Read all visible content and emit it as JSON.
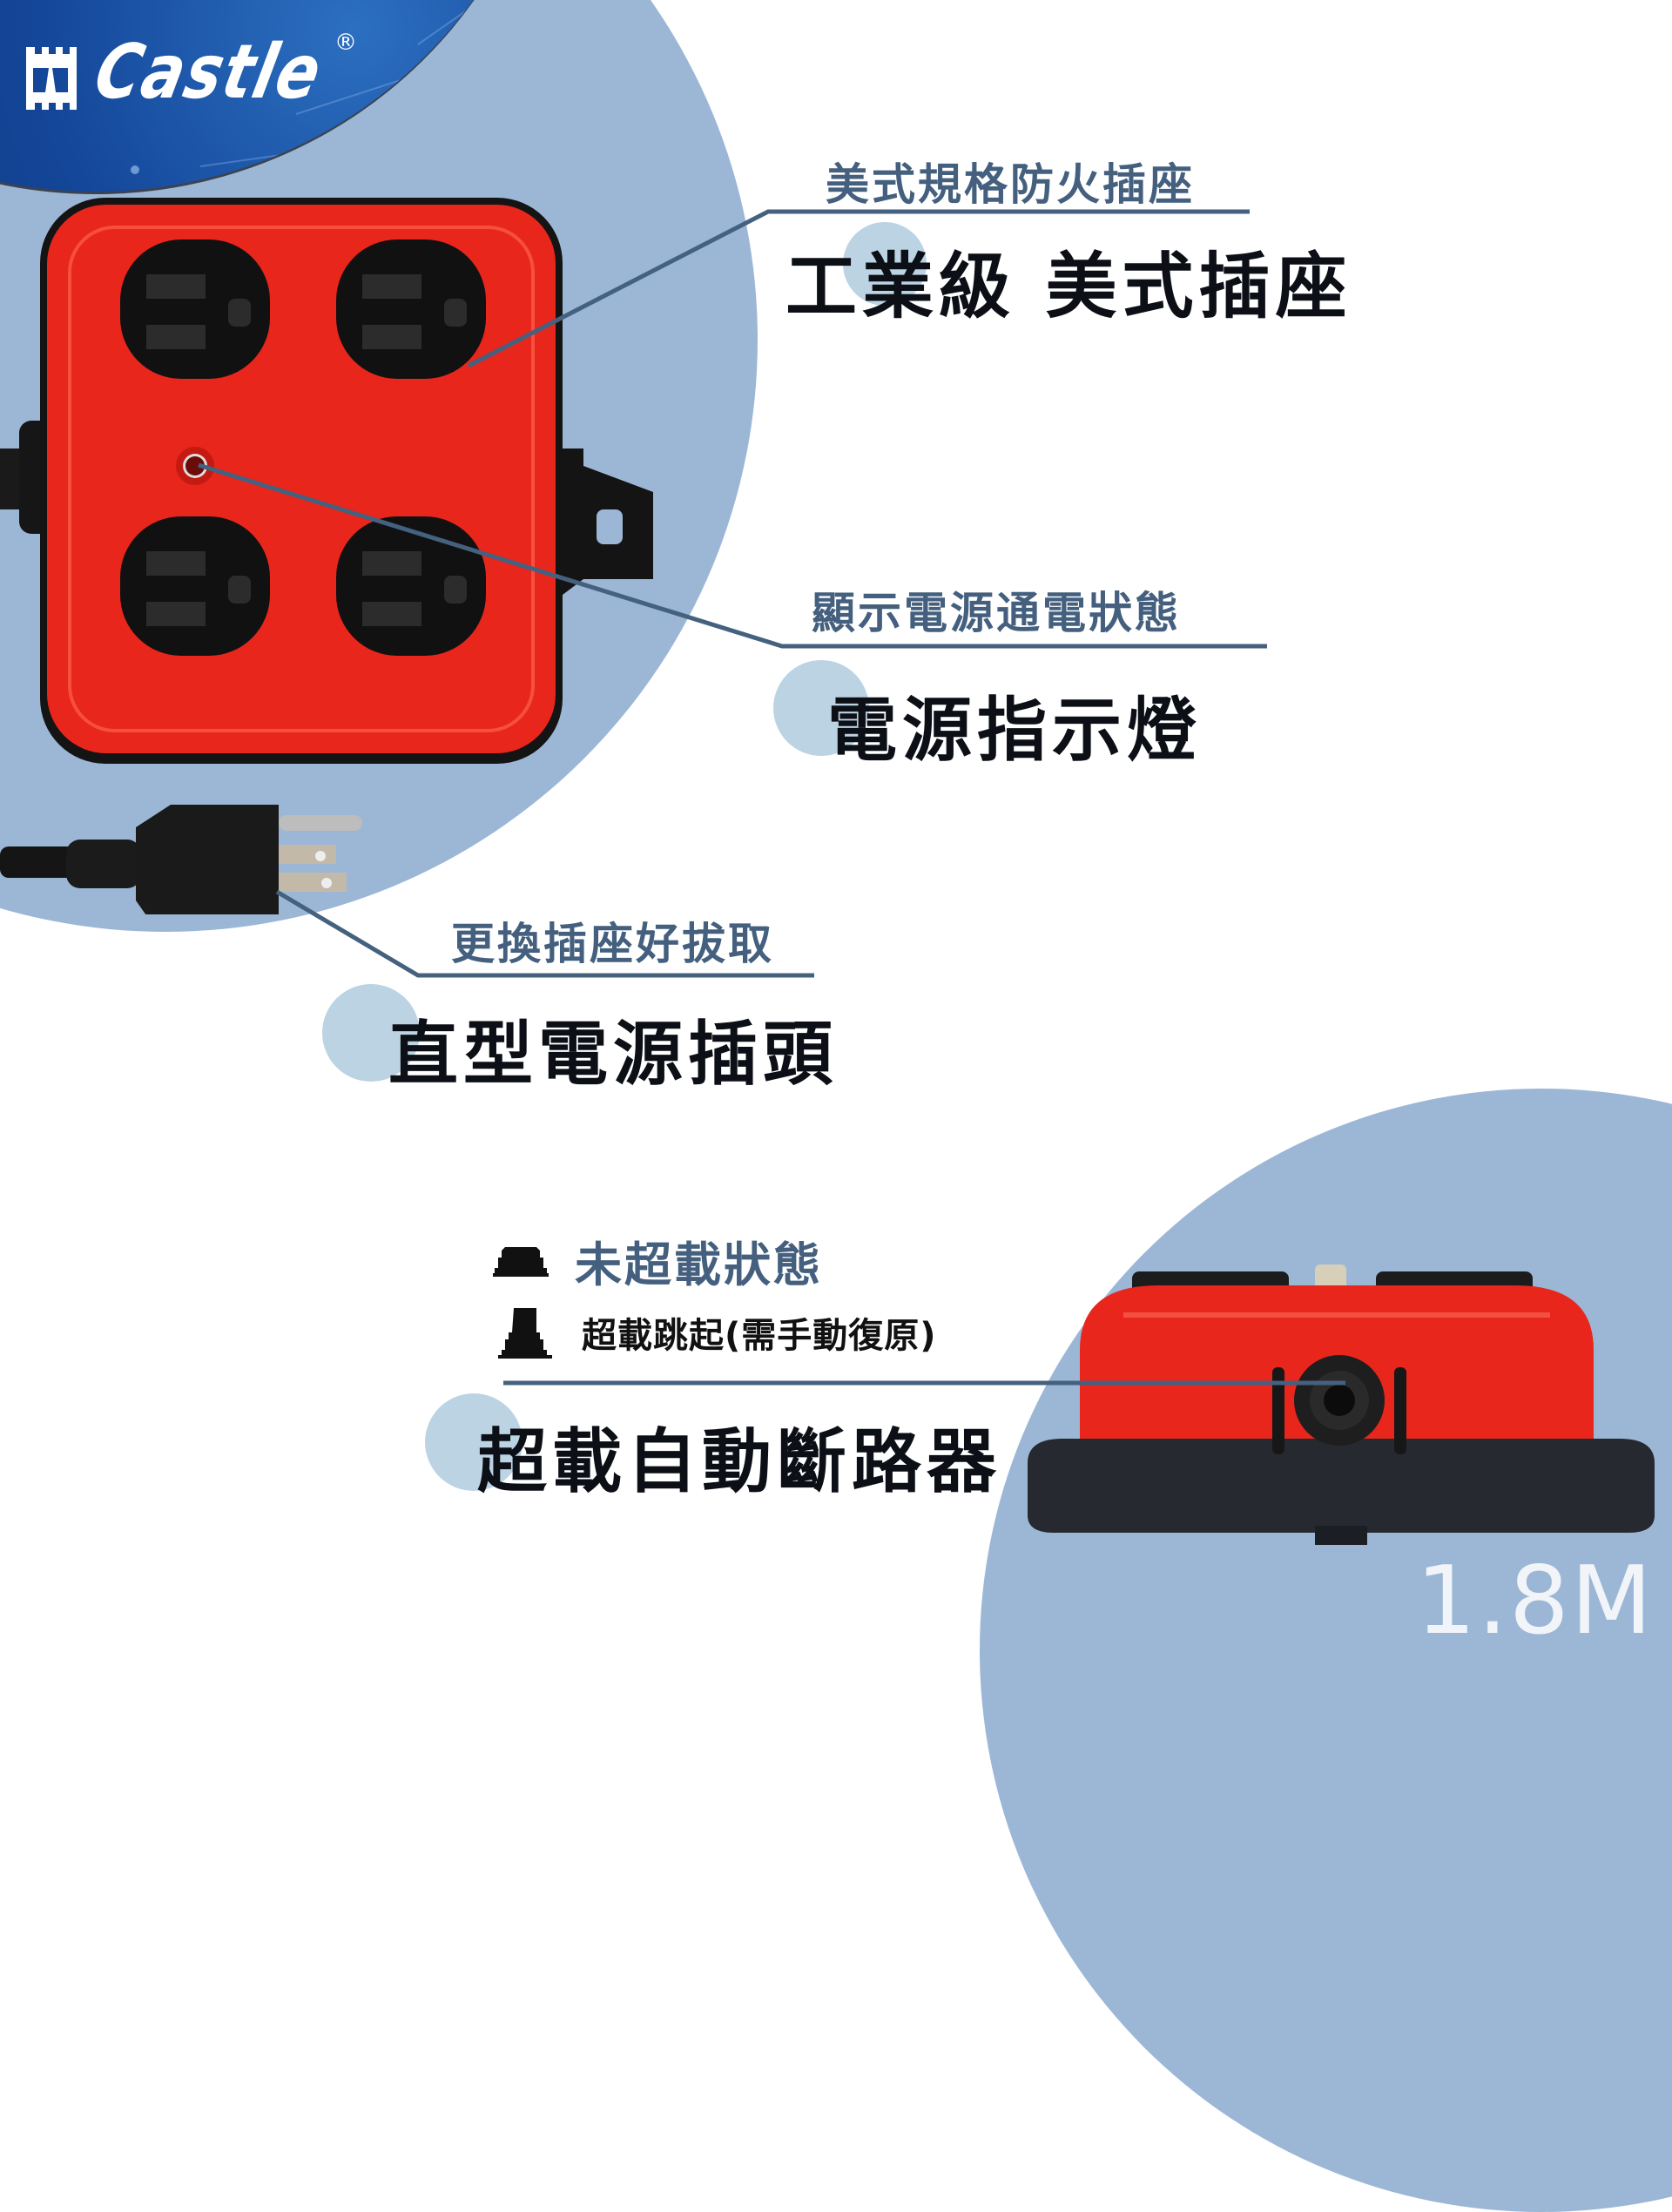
{
  "brand": {
    "name": "Castle",
    "registered_mark": "®",
    "banner_color": "#0c2f72"
  },
  "colors": {
    "circle_bg": "#9cb7d6",
    "accent_dot": "#bcd3e4",
    "leader_line": "#44617f",
    "subtitle_text": "#44607e",
    "title_text": "#0c1016",
    "product_red": "#e8261c"
  },
  "features": [
    {
      "subtitle": "美式規格防火插座",
      "title": "工業級 美式插座",
      "points_to": "outlet"
    },
    {
      "subtitle": "顯示電源通電狀態",
      "title": "電源指示燈",
      "points_to": "power-indicator-light"
    },
    {
      "subtitle": "更換插座好拔取",
      "title": "直型電源插頭",
      "points_to": "plug"
    },
    {
      "title": "超載自動斷路器",
      "points_to": "circuit-breaker-button"
    }
  ],
  "breaker_legend": [
    {
      "icon": "breaker-pressed-icon",
      "label": "未超載狀態"
    },
    {
      "icon": "breaker-tripped-icon",
      "label": "超載跳起(需手動復原)"
    }
  ],
  "cable_length": "1.8M"
}
